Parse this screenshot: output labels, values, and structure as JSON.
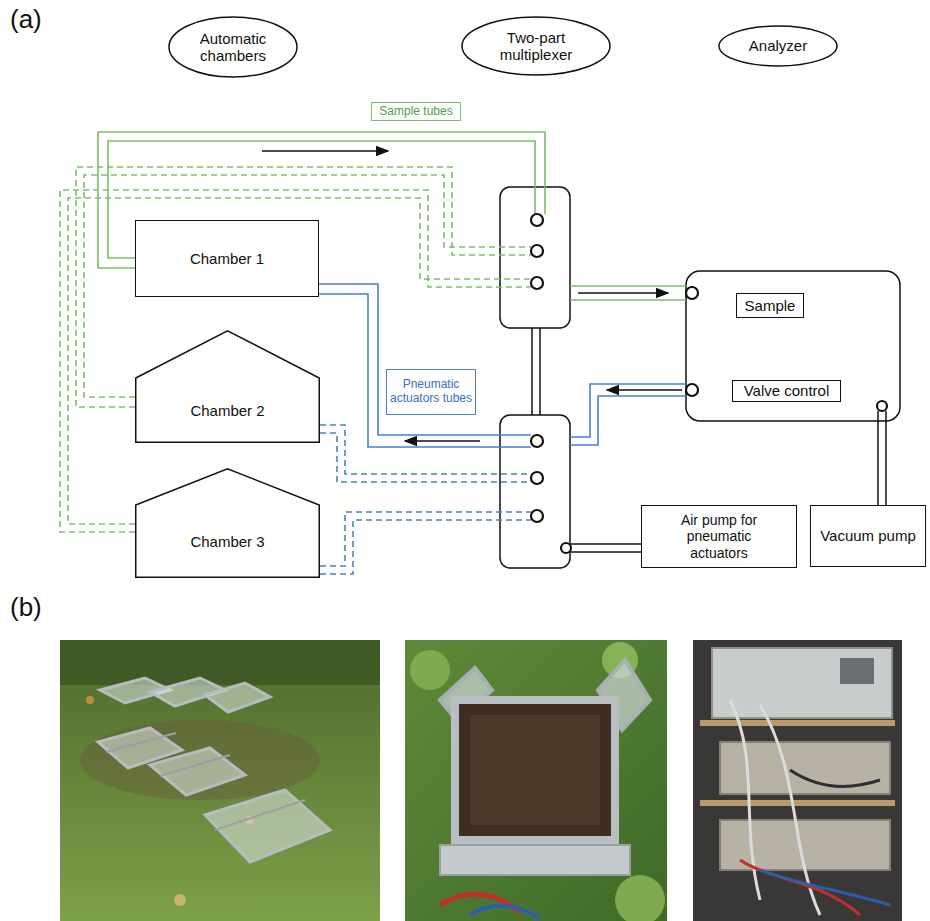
{
  "diagram": {
    "nodes": [
      {
        "text": [
          "Automatic chambers"
        ]
      },
      {
        "text": [
          "Two-part multiplexer"
        ]
      },
      {
        "text": [
          "Analyzer"
        ]
      },
      {
        "text": [
          "Sample tubes"
        ]
      },
      {
        "text": [
          "Chamber  1"
        ]
      },
      {
        "text": [
          "Chamber  2"
        ]
      },
      {
        "text": [
          "Chamber  3"
        ]
      },
      {
        "text": [
          "Pneumatic actuators tubes"
        ]
      },
      {
        "text": [
          "Sample"
        ]
      },
      {
        "text": [
          "Valve control"
        ]
      },
      {
        "text": [
          "Air pump for pneumatic actuators"
        ]
      },
      {
        "text": [
          "Vacuum pump"
        ]
      }
    ],
    "labels": [
      "(a)",
      "(b)"
    ]
  }
}
